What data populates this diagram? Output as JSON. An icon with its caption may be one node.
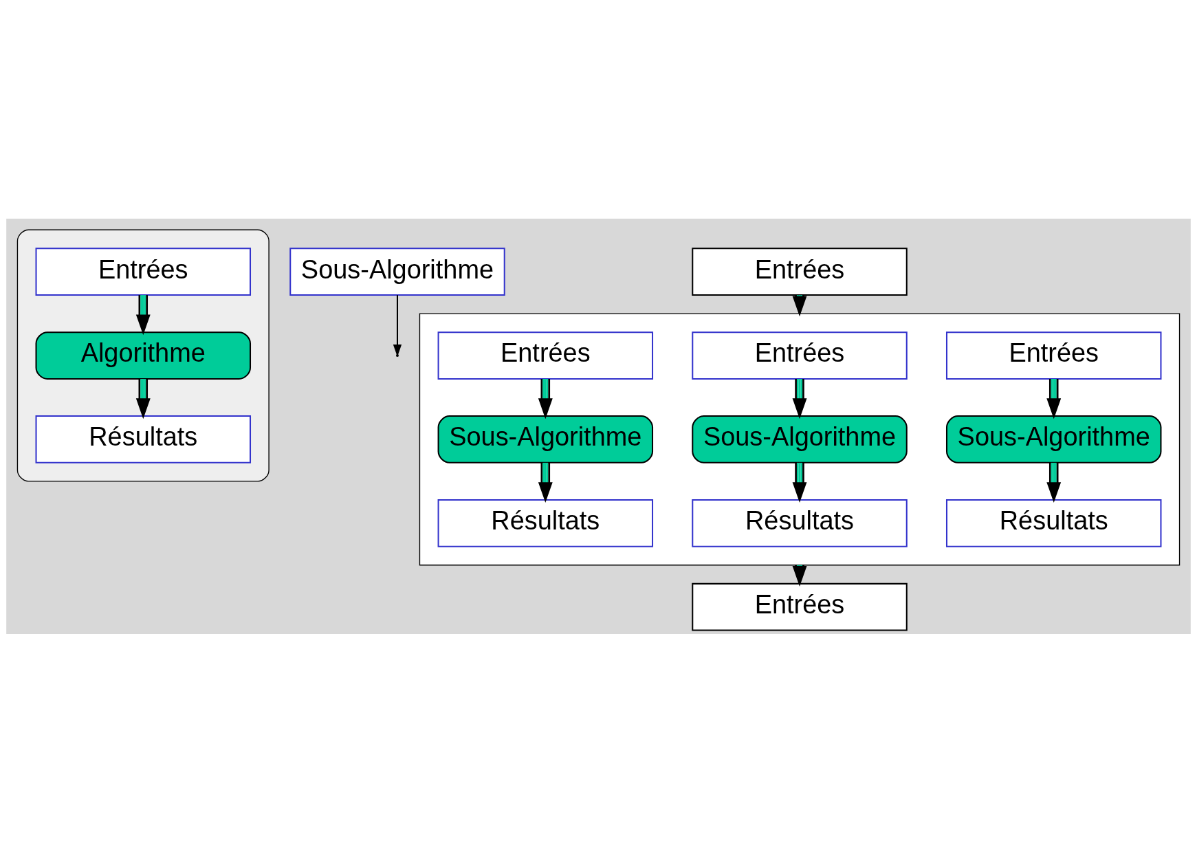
{
  "diagram": {
    "nodes": [
      {
        "text": [],
        "shape": "box"
      },
      {
        "text": [
          "Entrées"
        ],
        "in": 0
      },
      {
        "text": [
          "Algorithme"
        ],
        "in": 0
      },
      {
        "text": [
          "Résultats"
        ],
        "in": 0
      },
      {
        "text": [
          "Sous-Algorithme"
        ]
      },
      {
        "text": [
          "Entrées"
        ]
      },
      {
        "text": [],
        "shape": "box"
      },
      {
        "text": [
          "Entrées"
        ],
        "in": 6
      },
      {
        "text": [
          "Sous-Algorithme"
        ],
        "in": 6
      },
      {
        "text": [
          "Résultats"
        ],
        "in": 6
      },
      {
        "text": [
          "Entrées"
        ],
        "in": 6
      },
      {
        "text": [
          "Sous-Algorithme"
        ],
        "in": 6
      },
      {
        "text": [
          "Résultats"
        ],
        "in": 6
      },
      {
        "text": [
          "Entrées"
        ],
        "in": 6
      },
      {
        "text": [
          "Sous-Algorithme"
        ],
        "in": 6
      },
      {
        "text": [
          "Résultats"
        ],
        "in": 6
      },
      {
        "text": [
          "Entrées"
        ]
      }
    ],
    "edges": [
      {
        "from": 1,
        "to": 2,
        "arrow": "to"
      },
      {
        "from": 2,
        "to": 3,
        "arrow": "to"
      },
      {
        "from": 4,
        "to": null,
        "arrow": "to",
        "color": "#000000"
      },
      {
        "from": 5,
        "to": 6,
        "arrow": "to"
      },
      {
        "from": 7,
        "to": 8,
        "arrow": "to"
      },
      {
        "from": 8,
        "to": 9,
        "arrow": "to"
      },
      {
        "from": 10,
        "to": 11,
        "arrow": "to"
      },
      {
        "from": 11,
        "to": 12,
        "arrow": "to"
      },
      {
        "from": 13,
        "to": 14,
        "arrow": "to"
      },
      {
        "from": 14,
        "to": 15,
        "arrow": "to"
      },
      {
        "from": 6,
        "to": 16,
        "arrow": "to"
      }
    ]
  }
}
